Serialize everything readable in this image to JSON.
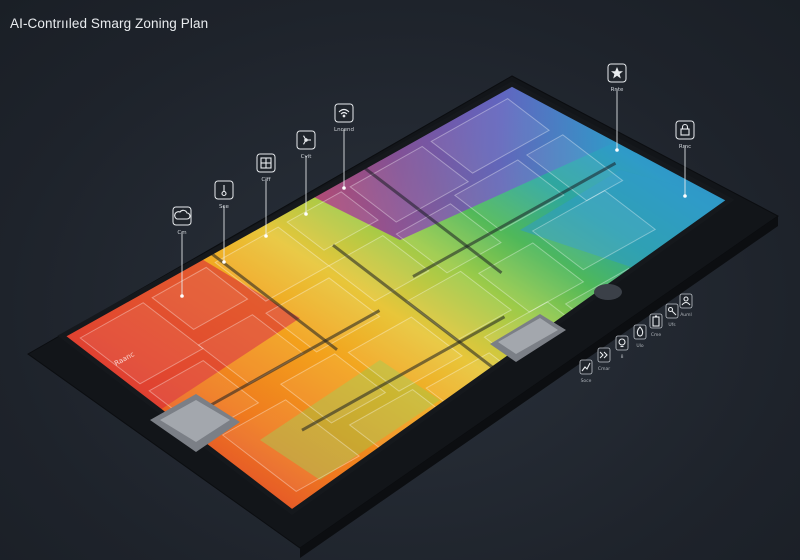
{
  "title": "AI-Contrııled Smarg Zoning Plan",
  "palette": {
    "background": "#1f252e",
    "base": "#111418",
    "zones": [
      "#d8283a",
      "#e0452e",
      "#ef7a1e",
      "#f3a21c",
      "#e8c63a",
      "#9ccb49",
      "#4fb85a",
      "#2fa89a",
      "#2f9bc8",
      "#3578c9",
      "#6a5bc0",
      "#8b3fa0",
      "#c0306f"
    ]
  },
  "callout_icons": [
    {
      "icon": "cloud-icon",
      "label": "Cm"
    },
    {
      "icon": "thermometer-icon",
      "label": "Sce"
    },
    {
      "icon": "grid-icon",
      "label": "Clff"
    },
    {
      "icon": "fan-icon",
      "label": "Cvit"
    },
    {
      "icon": "wifi-icon",
      "label": "Lncend"
    },
    {
      "icon": "star-icon",
      "label": "Rnte"
    },
    {
      "icon": "lock-icon",
      "label": "Rmc"
    }
  ],
  "legend_items": [
    {
      "icon": "chart-icon",
      "label": "Soce"
    },
    {
      "icon": "arrows-icon",
      "label": "Cmar"
    },
    {
      "icon": "bulb-icon",
      "label": "8"
    },
    {
      "icon": "fire-icon",
      "label": "Ulo"
    },
    {
      "icon": "battery-icon",
      "label": "Cme"
    },
    {
      "icon": "key-icon",
      "label": "Ufs"
    },
    {
      "icon": "user-icon",
      "label": "Auml"
    }
  ],
  "floor_label": "Raanc"
}
